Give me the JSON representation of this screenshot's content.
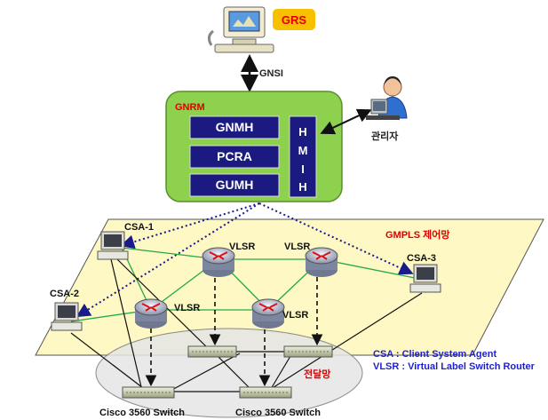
{
  "grs": {
    "label": "GRS"
  },
  "gnsi": {
    "label": "GNSI"
  },
  "gnrm": {
    "title": "GNRM",
    "modules": [
      "GNMH",
      "PCRA",
      "GUMH"
    ],
    "hmi": [
      "H",
      "M",
      "I",
      "H"
    ]
  },
  "admin": {
    "label": "관리자"
  },
  "control_plane": {
    "label": "GMPLS 제어망"
  },
  "transport": {
    "label": "전달망"
  },
  "agents": {
    "csa1": "CSA-1",
    "csa2": "CSA-2",
    "csa3": "CSA-3"
  },
  "routers": {
    "r1": "VLSR",
    "r2": "VLSR",
    "r3": "VLSR",
    "r4": "VLSR"
  },
  "switches": {
    "s1": "Cisco 3560 Switch",
    "s2": "Cisco 3560 Switch"
  },
  "legend": {
    "csa": "CSA : Client System Agent",
    "vlsr": "VLSR : Virtual Label Switch Router"
  },
  "colors": {
    "gnrm_fill": "#8dd14f",
    "module_fill": "#1a1a80",
    "plane_fill": "#fdf8c4",
    "legend_text": "#1f1fd0",
    "title_red": "#e00000",
    "link_green": "#22aa44",
    "control_dotted": "#1a1a8a"
  }
}
